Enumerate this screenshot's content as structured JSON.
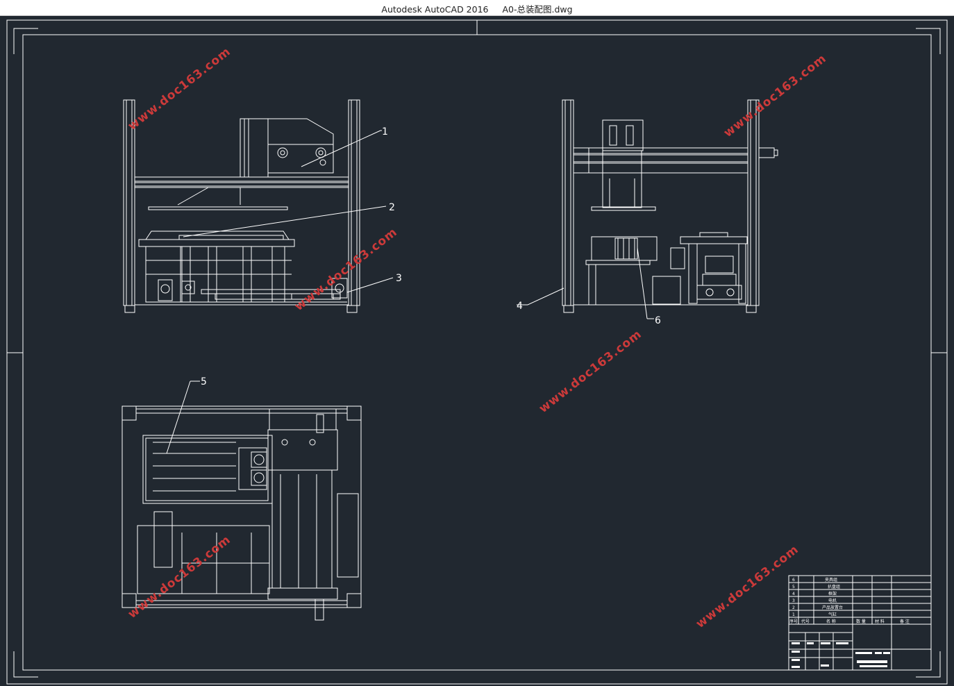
{
  "window": {
    "app_title": "Autodesk AutoCAD 2016",
    "file_name": "A0-总装配图.dwg"
  },
  "watermark": {
    "text": "www.doc163.com",
    "color": "#cc3a3a"
  },
  "callouts": [
    "1",
    "2",
    "3",
    "4",
    "5",
    "6"
  ],
  "parts_list": {
    "rows": [
      {
        "no": "6",
        "name": "夹具组"
      },
      {
        "no": "5",
        "name": "扒盘组"
      },
      {
        "no": "4",
        "name": "框架"
      },
      {
        "no": "3",
        "name": "电机"
      },
      {
        "no": "2",
        "name": "产品放置台"
      },
      {
        "no": "1",
        "name": "气缸"
      }
    ],
    "header": [
      "序号",
      "代号",
      "名  称",
      "数 量",
      "材 料",
      "备    注"
    ]
  },
  "colors": {
    "background": "#212830",
    "line": "#ffffff",
    "titlebar": "#ffffff"
  }
}
